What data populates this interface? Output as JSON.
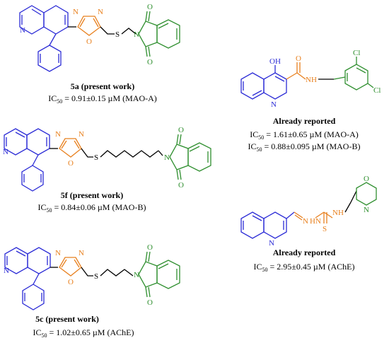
{
  "colors": {
    "quinoline": "#2b2bd6",
    "oxadiazole": "#e8801e",
    "phthalimide": "#2f8f2f",
    "linker": "#000000"
  },
  "compounds": [
    {
      "label": "5a (present work)",
      "ic50_prefix": "IC",
      "ic50_sub": "50",
      "ic50_value": " = 0.91±0.15 µM (MAO-A)"
    },
    {
      "label": "5f (present work)",
      "ic50_prefix": "IC",
      "ic50_sub": "50",
      "ic50_value": " = 0.84±0.06 µM (MAO-B)"
    },
    {
      "label": "5c (present work)",
      "ic50_prefix": "IC",
      "ic50_sub": "50",
      "ic50_value": " = 1.02±0.65 µM (AChE)"
    }
  ],
  "reported": [
    {
      "label": "Already reported",
      "lines": [
        {
          "ic50_prefix": "IC",
          "ic50_sub": "50",
          "ic50_value": " = 1.61±0.65 µM (MAO-A)"
        },
        {
          "ic50_prefix": "IC",
          "ic50_sub": "50",
          "ic50_value": " = 0.88±0.095 µM (MAO-B)"
        }
      ]
    },
    {
      "label": "Already reported",
      "lines": [
        {
          "ic50_prefix": "IC",
          "ic50_sub": "50",
          "ic50_value": " = 2.95±0.45 µM (AChE)"
        }
      ]
    }
  ],
  "atoms": {
    "N": "N",
    "O": "O",
    "S": "S",
    "OH": "OH",
    "NH": "NH",
    "Cl": "Cl",
    "HN": "HN"
  }
}
